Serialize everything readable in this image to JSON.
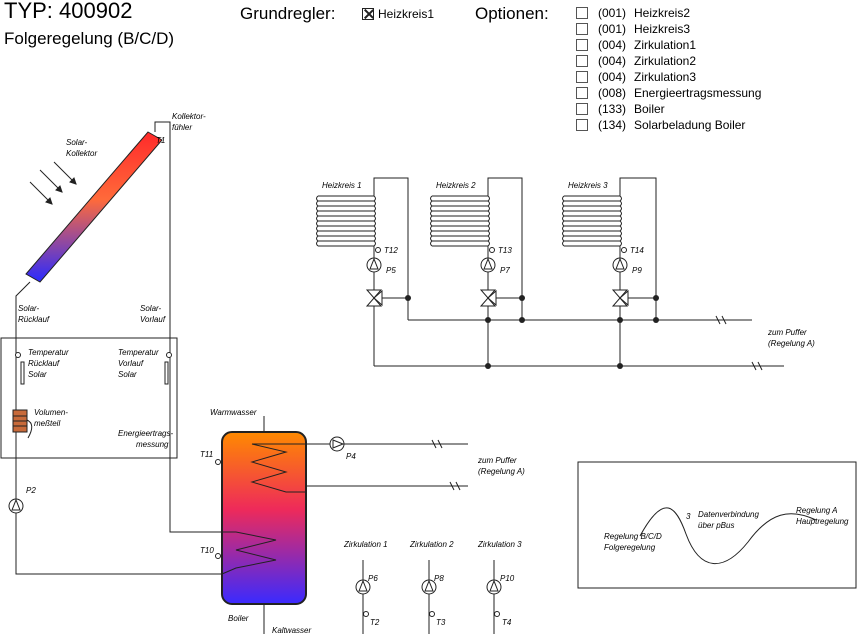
{
  "header": {
    "typ": "TYP: 400902",
    "subtitle": "Folgeregelung (B/C/D)",
    "grundregler_label": "Grundregler:",
    "grundregler_item": "Heizkreis1",
    "optionen_label": "Optionen:"
  },
  "options": [
    {
      "code": "(001)",
      "label": "Heizkreis2",
      "checked": false
    },
    {
      "code": "(001)",
      "label": "Heizkreis3",
      "checked": false
    },
    {
      "code": "(004)",
      "label": "Zirkulation1",
      "checked": false
    },
    {
      "code": "(004)",
      "label": "Zirkulation2",
      "checked": false
    },
    {
      "code": "(004)",
      "label": "Zirkulation3",
      "checked": false
    },
    {
      "code": "(008)",
      "label": "Energieertragsmessung",
      "checked": false
    },
    {
      "code": "(133)",
      "label": "Boiler",
      "checked": false
    },
    {
      "code": "(134)",
      "label": "Solarbeladung Boiler",
      "checked": false
    }
  ],
  "diagram": {
    "kollektor_label_1": "Solar-",
    "kollektor_label_2": "Kollektor",
    "kollektorfuehler_1": "Kollektor-",
    "kollektorfuehler_2": "fühler",
    "t1": "T1",
    "solar_ruecklauf_1": "Solar-",
    "solar_ruecklauf_2": "Rücklauf",
    "solar_vorlauf_1": "Solar-",
    "solar_vorlauf_2": "Vorlauf",
    "temp_rueck_1": "Temperatur",
    "temp_rueck_2": "Rücklauf",
    "temp_rueck_3": "Solar",
    "temp_vor_1": "Temperatur",
    "temp_vor_2": "Vorlauf",
    "temp_vor_3": "Solar",
    "volumen_1": "Volumen-",
    "volumen_2": "meßteil",
    "energie_1": "Energieertrags-",
    "energie_2": "messung",
    "p2": "P2",
    "warmwasser": "Warmwasser",
    "t11": "T11",
    "t10": "T10",
    "boiler": "Boiler",
    "kaltwasser": "Kaltwasser",
    "p4": "P4",
    "zum_puffer_1": "zum Puffer",
    "zum_puffer_2": "(Regelung A)",
    "heizkreise": [
      {
        "name": "Heizkreis 1",
        "sensor": "T12",
        "pump": "P5"
      },
      {
        "name": "Heizkreis 2",
        "sensor": "T13",
        "pump": "P7"
      },
      {
        "name": "Heizkreis 3",
        "sensor": "T14",
        "pump": "P9"
      }
    ],
    "zirkulationen": [
      {
        "name": "Zirkulation 1",
        "pump": "P6",
        "sensor": "T2"
      },
      {
        "name": "Zirkulation 2",
        "pump": "P8",
        "sensor": "T3"
      },
      {
        "name": "Zirkulation 3",
        "pump": "P10",
        "sensor": "T4"
      }
    ],
    "datenverbindung": {
      "left_1": "Regelung B/C/D",
      "left_2": "Folgeregelung",
      "number": "3",
      "mid_1": "Datenverbindung",
      "mid_2": "über pBus",
      "right_1": "Regelung A",
      "right_2": "Hauptregelung"
    }
  },
  "colors": {
    "line": "#222222",
    "collector_top": "#ff2a2a",
    "collector_bottom": "#2a2aff",
    "tank_top": "#ff8a00",
    "tank_mid": "#e0205a",
    "tank_bottom": "#3a2aff",
    "volumenmessteil": "#c86a3a"
  }
}
